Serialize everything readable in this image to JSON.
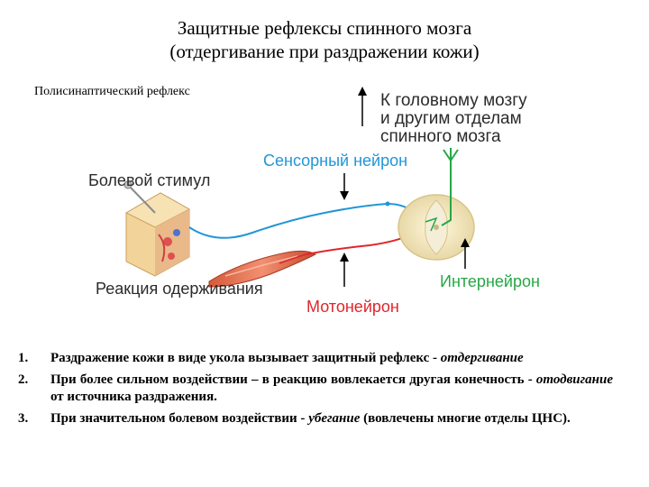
{
  "title": {
    "line1": "Защитные рефлексы спинного мозга",
    "line2": "(отдергивание при раздражении кожи)"
  },
  "subtitle": "Полисинаптический рефлекс",
  "diagram": {
    "brain_label": [
      "К головному мозгу",
      "и другим отделам",
      "спинного мозга"
    ],
    "sensory_neuron": "Сенсорный нейрон",
    "pain_stimulus": "Болевой стимул",
    "withdrawal_reaction": "Реакция одерживания",
    "interneuron": "Интернейрон",
    "motor_neuron": "Мотонейрон",
    "colors": {
      "sensory": "#2196d8",
      "inter": "#25a845",
      "motor": "#e0262b",
      "text": "#2b2b2b"
    }
  },
  "list": [
    {
      "num": "1.",
      "a": "Раздражение кожи в виде укола вызывает защитный рефлекс - ",
      "em": "отдергивание",
      "b": ""
    },
    {
      "num": "2.",
      "a": "При более сильном воздействии – в реакцию вовлекается другая конечность - ",
      "em": "отодвигание",
      "b": " от источника раздражения."
    },
    {
      "num": "3.",
      "a": "При значительном болевом воздействии - ",
      "em": "убегание",
      "b": " (вовлечены многие отделы ЦНС)."
    }
  ]
}
